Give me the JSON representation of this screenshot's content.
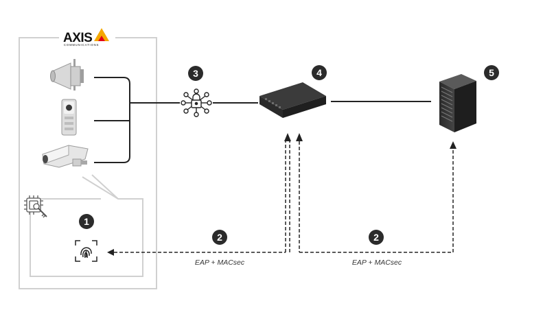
{
  "logo": {
    "word": "AXIS",
    "tagline": "COMMUNICATIONS"
  },
  "badges": {
    "b1": "1",
    "b2a": "2",
    "b2b": "2",
    "b3": "3",
    "b4": "4",
    "b5": "5"
  },
  "protocol_labels": {
    "left": "EAP + MACsec",
    "right": "EAP + MACsec"
  },
  "colors": {
    "badge": "#2b2b2b",
    "line": "#222222",
    "accent": "#f5a800",
    "panel_border": "#d0d0d0"
  },
  "icons": [
    "horn-speaker-icon",
    "door-station-icon",
    "bullet-camera-icon",
    "secure-chip-key-icon",
    "fingerprint-scan-icon",
    "network-lock-icon",
    "network-switch-icon",
    "server-rack-icon"
  ]
}
